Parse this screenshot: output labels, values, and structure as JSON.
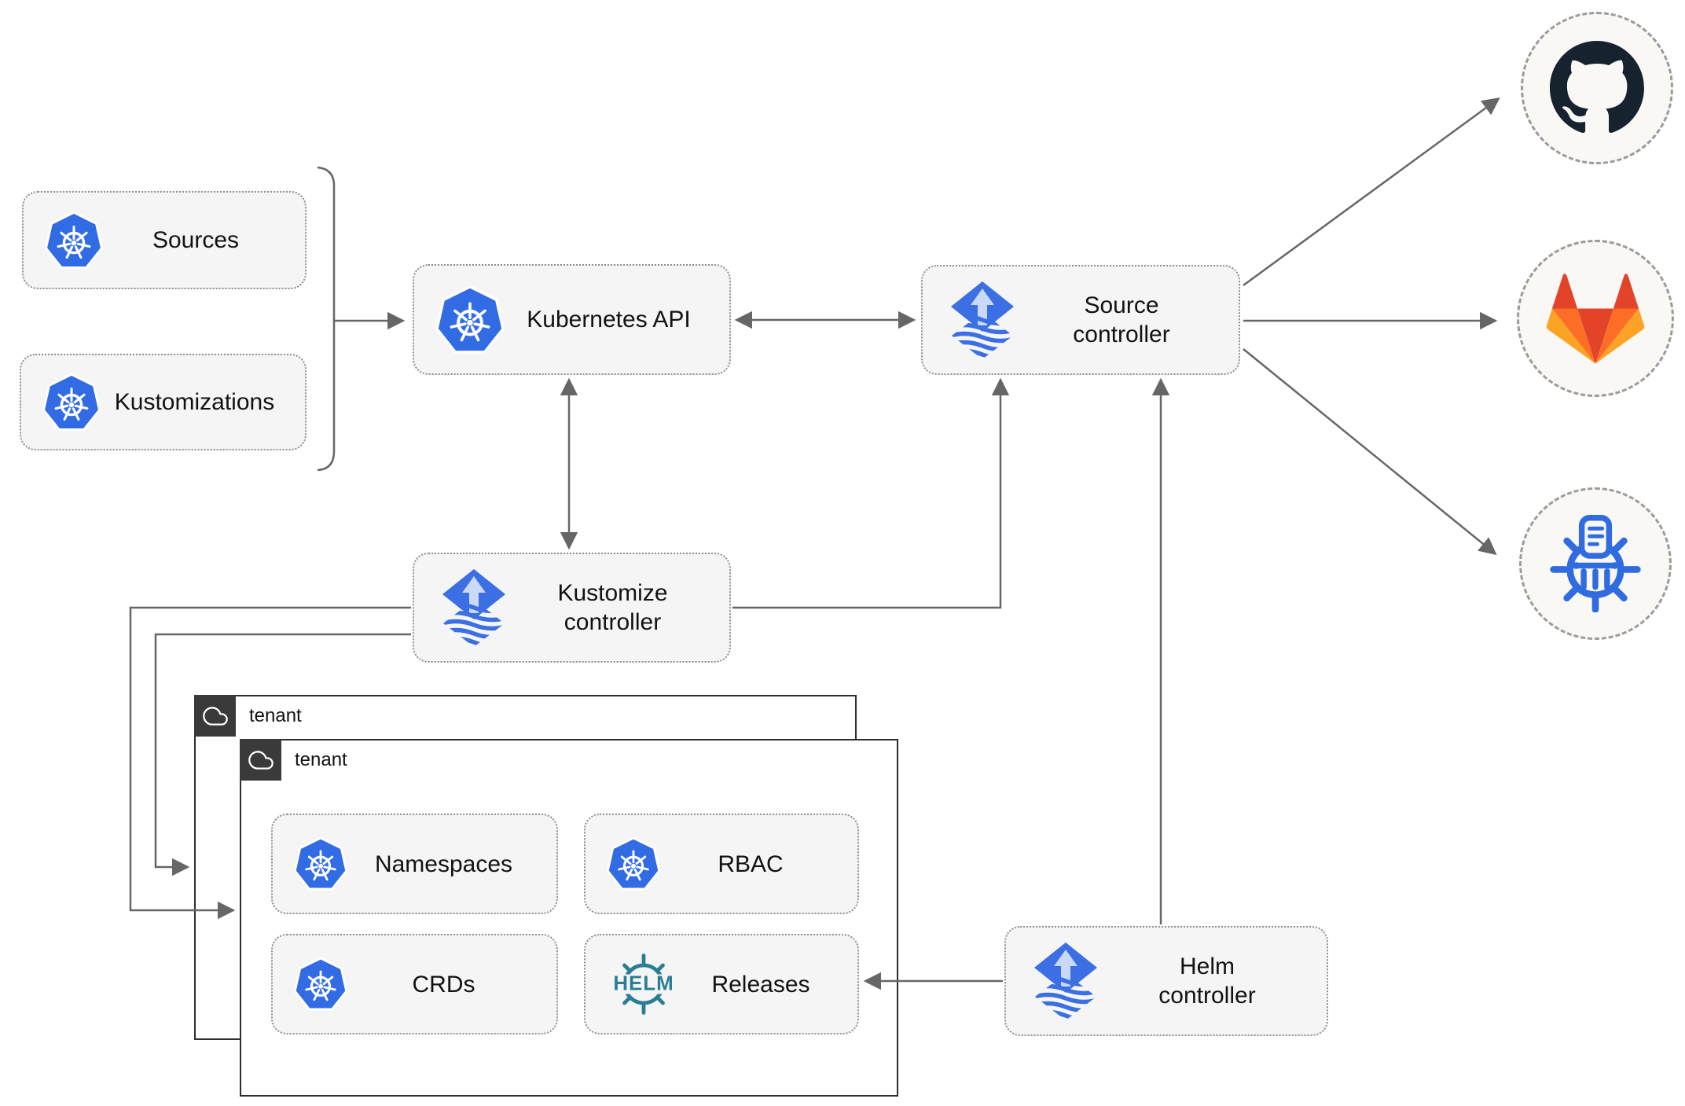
{
  "nodes": {
    "sources": {
      "label": "Sources"
    },
    "kustomizations": {
      "label": "Kustomizations"
    },
    "kubernetes_api": {
      "label": "Kubernetes API"
    },
    "source_controller": {
      "line1": "Source",
      "line2": "controller"
    },
    "kustomize_controller": {
      "line1": "Kustomize",
      "line2": "controller"
    },
    "helm_controller": {
      "line1": "Helm",
      "line2": "controller"
    },
    "tenant_back": {
      "label": "tenant"
    },
    "tenant_front": {
      "label": "tenant"
    },
    "namespaces": {
      "label": "Namespaces"
    },
    "rbac": {
      "label": "RBAC"
    },
    "crds": {
      "label": "CRDs"
    },
    "releases": {
      "label": "Releases"
    }
  },
  "icons": {
    "names": [
      "kubernetes-icon",
      "flux-icon",
      "helm-icon",
      "cloud-icon",
      "github-icon",
      "gitlab-icon",
      "helm-repository-icon"
    ],
    "helm_wordmark": "HELM"
  },
  "colors": {
    "kubernetes_blue": "#326CE5",
    "flux_blue": "#3B6FE3",
    "flux_arrow_light": "#C9D9F7",
    "github_dark": "#16222E",
    "gitlab_dark_orange": "#E24329",
    "gitlab_orange": "#FC6D26",
    "gitlab_light_orange": "#FCA326",
    "helm_repository_blue": "#2F6CE0",
    "helm_teal": "#2A7E94",
    "connector_gray": "#666666",
    "node_fill": "#F5F5F5",
    "node_border": "#8F8F8F",
    "tenant_border": "#2D2D2D",
    "tenant_badge_bg": "#3A3A3A",
    "repo_circle_fill": "#F9F8F5",
    "repo_circle_border": "#9B9B9B"
  }
}
